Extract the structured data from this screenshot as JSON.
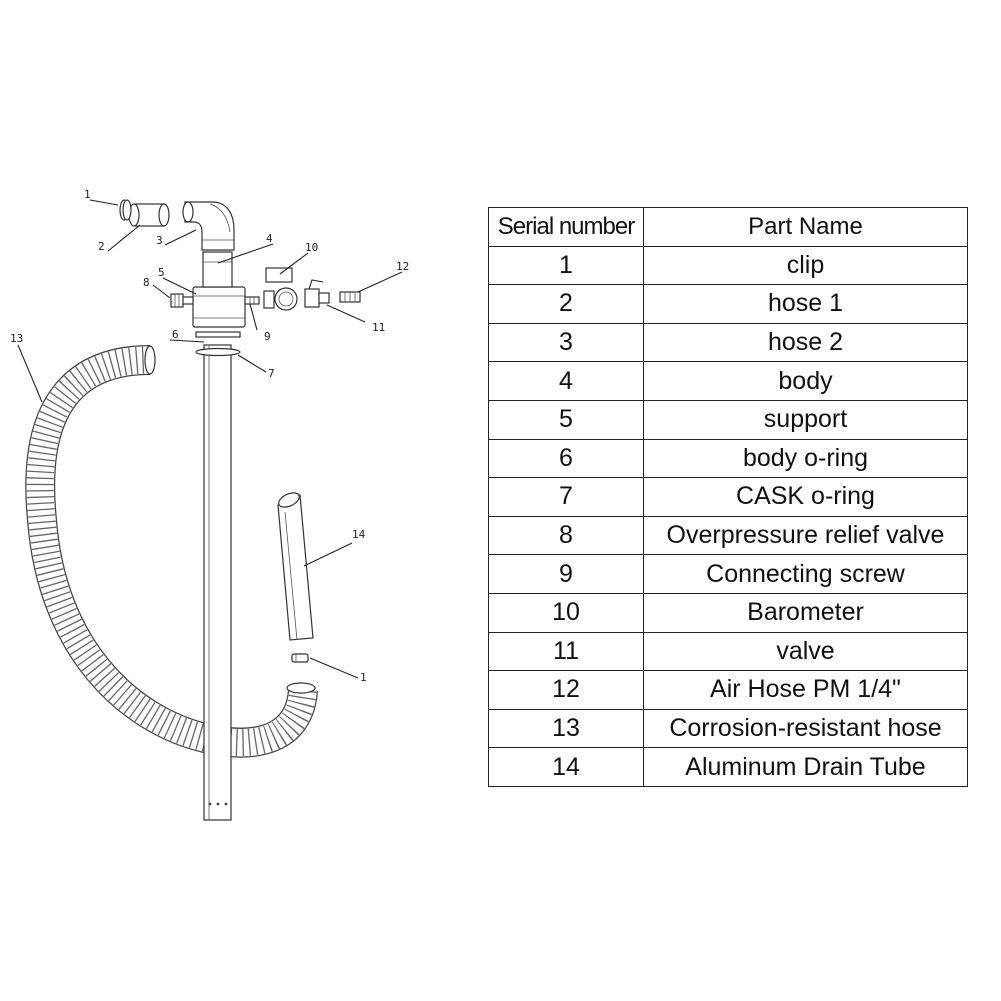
{
  "table": {
    "headers": {
      "serial": "Serial number",
      "name": "Part Name"
    },
    "rows": [
      {
        "serial": "1",
        "name": "clip"
      },
      {
        "serial": "2",
        "name": "hose 1"
      },
      {
        "serial": "3",
        "name": "hose 2"
      },
      {
        "serial": "4",
        "name": "body"
      },
      {
        "serial": "5",
        "name": "support"
      },
      {
        "serial": "6",
        "name": "body o-ring"
      },
      {
        "serial": "7",
        "name": "CASK o-ring"
      },
      {
        "serial": "8",
        "name": "Overpressure relief valve"
      },
      {
        "serial": "9",
        "name": "Connecting screw"
      },
      {
        "serial": "10",
        "name": "Barometer"
      },
      {
        "serial": "11",
        "name": "valve"
      },
      {
        "serial": "12",
        "name": "Air Hose PM 1/4\""
      },
      {
        "serial": "13",
        "name": "Corrosion-resistant hose"
      },
      {
        "serial": "14",
        "name": "Aluminum Drain Tube"
      }
    ]
  },
  "diagram": {
    "callouts": [
      "1",
      "2",
      "3",
      "4",
      "5",
      "6",
      "7",
      "8",
      "9",
      "10",
      "11",
      "12",
      "13",
      "14",
      "1"
    ]
  }
}
